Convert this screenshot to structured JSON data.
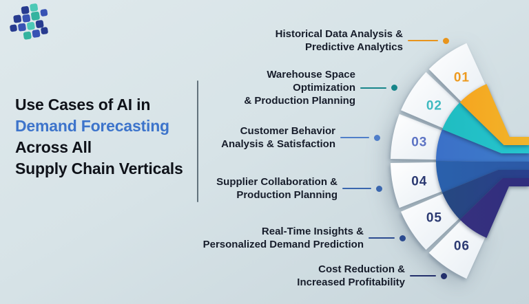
{
  "title": {
    "lines": [
      "Use Cases of AI in",
      "Demand Forecasting",
      "Across All",
      "Supply Chain Verticals"
    ],
    "accent_line_index": 1,
    "accent_color": "#3d74cb",
    "text_color": "#0f1219"
  },
  "diagram": {
    "type": "fan-infographic",
    "segments": [
      {
        "number": "01",
        "label": "Historical Data Analysis &\nPredictive Analytics",
        "number_color": "#ed9a1f",
        "wedge_color": "#f9a01b",
        "band_color": "#f0b42a",
        "connector_color": "#e8941c"
      },
      {
        "number": "02",
        "label": "Warehouse Space\nOptimization\n& Production Planning",
        "number_color": "#3fbac0",
        "wedge_color": "#1fbcc0",
        "band_color": "#26c4ce",
        "connector_color": "#17858a"
      },
      {
        "number": "03",
        "label": "Customer Behavior\nAnalysis & Satisfaction",
        "number_color": "#5c73c4",
        "wedge_color": "#3b70c8",
        "band_color": "#3e7cca",
        "connector_color": "#4f7ec9"
      },
      {
        "number": "04",
        "label": "Supplier Collaboration &\nProduction Planning",
        "number_color": "#2c3a72",
        "wedge_color": "#2a61ac",
        "band_color": "#2c59a6",
        "connector_color": "#3a66ae"
      },
      {
        "number": "05",
        "label": "Real-Time Insights &\nPersonalized Demand Prediction",
        "number_color": "#2c3a72",
        "wedge_color": "#26497f",
        "band_color": "#293f8c",
        "connector_color": "#2b4a8f"
      },
      {
        "number": "06",
        "label": "Cost Reduction &\nIncreased Profitability",
        "number_color": "#2c3a72",
        "wedge_color": "#39317f",
        "band_color": "#302e7e",
        "connector_color": "#232f6b"
      }
    ],
    "card_color": "#f5f9fc",
    "background_color": "#d7e3e7"
  }
}
